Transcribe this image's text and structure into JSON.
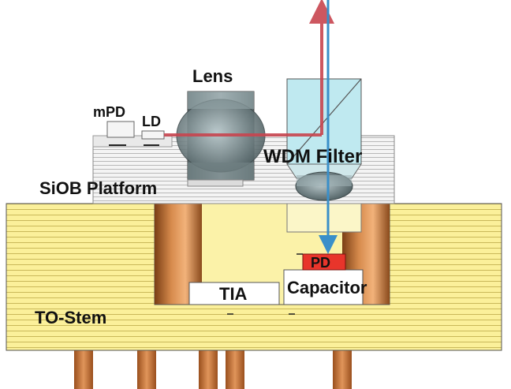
{
  "labels": {
    "lens": "Lens",
    "mpd": "mPD",
    "ld": "LD",
    "wdm_filter": "WDM Filter",
    "siob_platform": "SiOB Platform",
    "pd": "PD",
    "capacitor": "Capacitor",
    "tia": "TIA",
    "to_stem": "TO-Stem"
  },
  "colors": {
    "stem_yellow": "#fbf09a",
    "stem_line": "#c9b85a",
    "copper": "#c8763a",
    "copper_dark": "#8a4a1c",
    "laser_beam": "#c8454f",
    "receive_beam": "#3a8fc9",
    "pd_red": "#e8352b",
    "filter_cyan": "#bfe9f0",
    "lens_gray": "#7f8f92"
  }
}
